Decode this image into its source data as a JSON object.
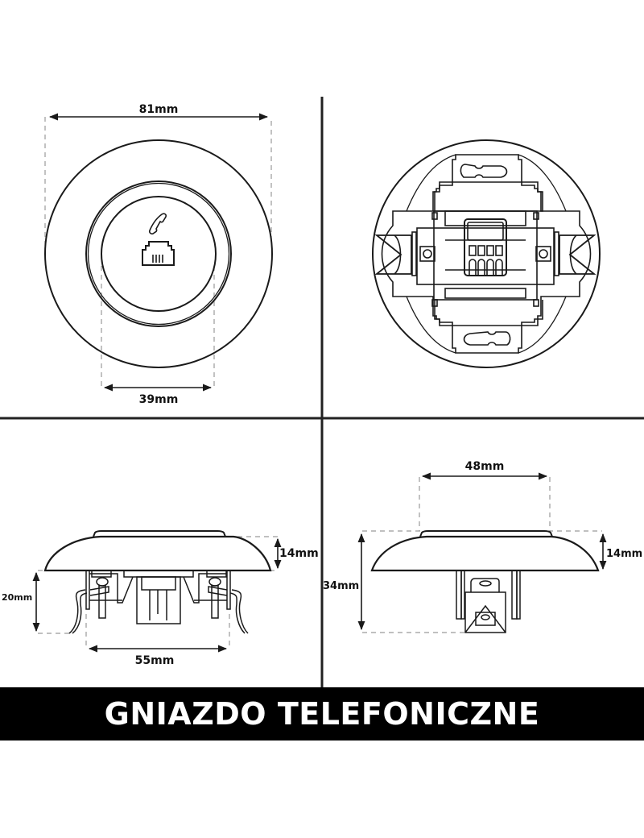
{
  "title": "GNIAZDO TELEFONICZNE",
  "colors": {
    "line": "#1a1a1a",
    "dash": "#9a9a9a",
    "banner_bg": "#000000",
    "banner_text": "#ffffff"
  },
  "panels": {
    "front_view": {
      "outer_diameter_label": "81mm",
      "inner_diameter_label": "39mm",
      "icons": [
        "phone-handset-icon",
        "rj11-socket-icon"
      ]
    },
    "back_view": {
      "description": "rear mechanism view with mounting slots, clamps and 4-pin terminal block"
    },
    "side_view_left": {
      "depth_label": "20mm",
      "height_label": "14mm",
      "width_label": "55mm"
    },
    "side_view_right": {
      "top_width_label": "48mm",
      "height_label": "14mm",
      "total_depth_label": "34mm"
    }
  }
}
